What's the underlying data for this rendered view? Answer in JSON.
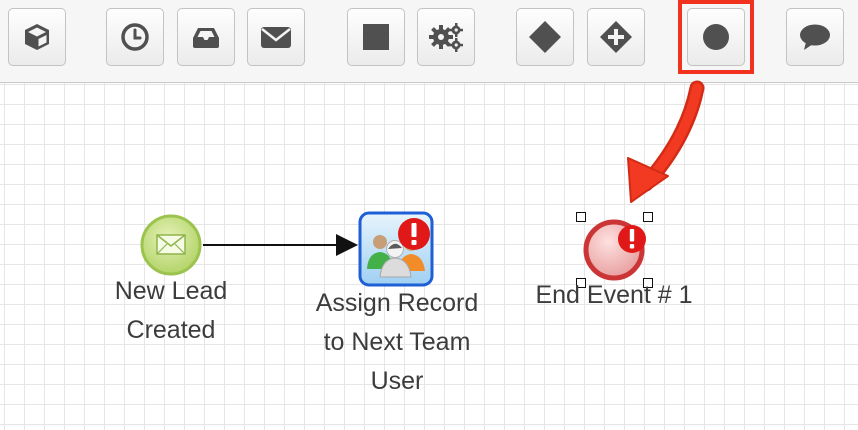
{
  "toolbar": {
    "buttons": [
      {
        "id": "bpm-cube",
        "icon": "cube-icon"
      },
      {
        "id": "timer",
        "icon": "clock-icon"
      },
      {
        "id": "receive-message",
        "icon": "inbox-tray-icon"
      },
      {
        "id": "send-message",
        "icon": "envelope-icon"
      },
      {
        "id": "activity",
        "icon": "square-icon"
      },
      {
        "id": "action",
        "icon": "gears-icon"
      },
      {
        "id": "exclusive-gateway",
        "icon": "diamond-icon"
      },
      {
        "id": "parallel-gateway",
        "icon": "diamond-plus-icon"
      },
      {
        "id": "end-event",
        "icon": "circle-icon"
      },
      {
        "id": "comment",
        "icon": "speech-bubble-icon"
      }
    ]
  },
  "diagram": {
    "start_event": {
      "label": "New Lead Created",
      "line1": "New Lead",
      "line2": "Created",
      "icon": "envelope-icon"
    },
    "activity": {
      "label": "Assign Record to Next Team User",
      "line1": "Assign Record",
      "line2": "to Next Team",
      "line3": "User",
      "icon": "users-icon"
    },
    "end_event": {
      "label": "End Event # 1",
      "icon": "warning-icon"
    }
  },
  "colors": {
    "highlight": "#f0321e",
    "arrow": "#f0321e",
    "start_event_fill": "#c8e08a",
    "activity_border": "#1f5fd6",
    "warning": "#e01818"
  }
}
